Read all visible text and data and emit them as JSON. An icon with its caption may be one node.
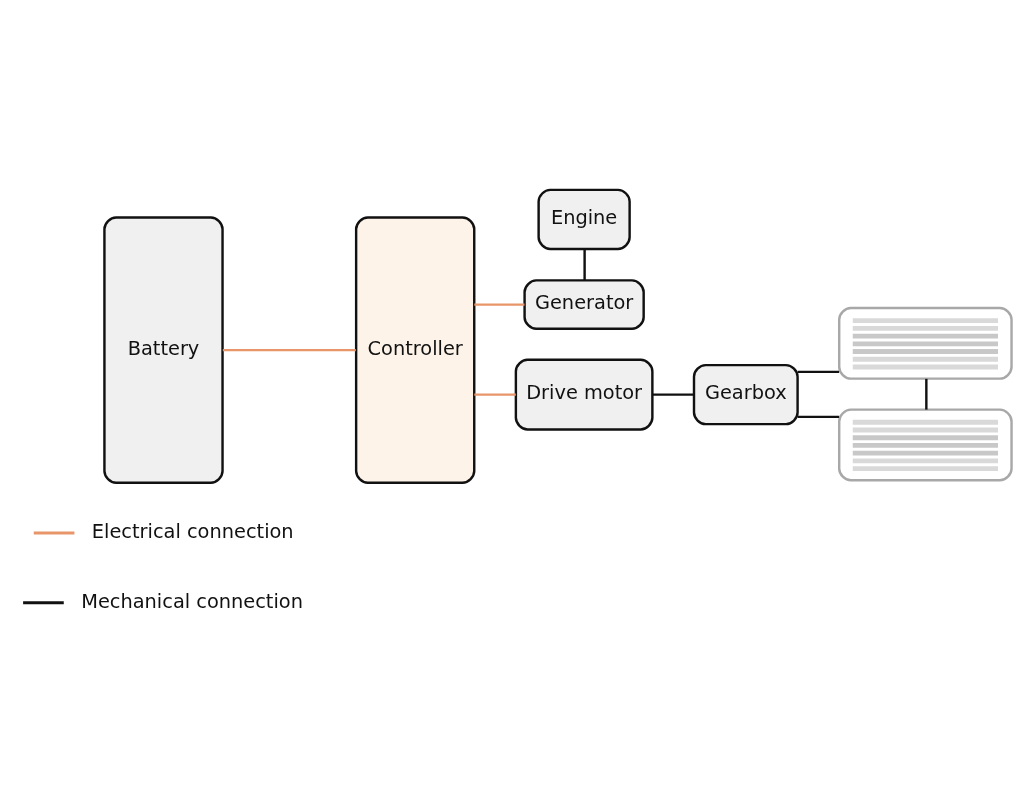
{
  "diagram": {
    "nodes": [
      {
        "text": [
          "Battery"
        ]
      },
      {
        "text": [
          "Controller"
        ]
      },
      {
        "text": [
          "Engine"
        ]
      },
      {
        "text": [
          "Generator"
        ]
      },
      {
        "text": [
          "Drive motor"
        ]
      },
      {
        "text": [
          "Gearbox"
        ]
      },
      {
        "text": [],
        "shape": "picture"
      },
      {
        "text": [],
        "shape": "picture"
      }
    ],
    "edges": [
      {
        "from": 0,
        "to": 1,
        "arrow": "none",
        "color": "#e8956a"
      },
      {
        "from": 1,
        "to": 3,
        "arrow": "none",
        "color": "#e8956a"
      },
      {
        "from": 1,
        "to": 4,
        "arrow": "none",
        "color": "#e8956a"
      },
      {
        "from": 2,
        "to": 3,
        "arrow": "none"
      },
      {
        "from": 4,
        "to": 5,
        "arrow": "none"
      },
      {
        "from": 5,
        "to": 6,
        "arrow": "none"
      },
      {
        "from": 5,
        "to": 7,
        "arrow": "none"
      },
      {
        "from": 6,
        "to": 7,
        "arrow": "none"
      }
    ],
    "legend": [
      {
        "text": "Electrical connection"
      },
      {
        "text": "Mechanical connection"
      }
    ]
  }
}
